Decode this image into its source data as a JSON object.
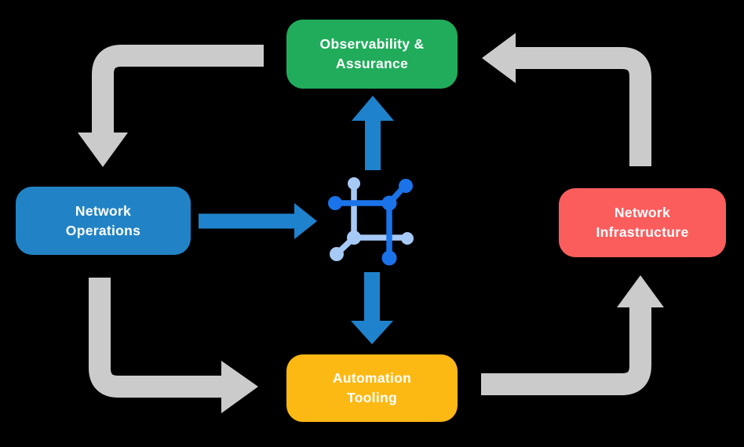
{
  "colors": {
    "background": "#000000",
    "text": "#ffffff",
    "gray_arrow": "#cbcbcb",
    "blue_arrow": "#1f82cc",
    "icon_dark": "#1a73e8",
    "icon_light": "#a7c9f6",
    "node_green": "#21ac5c",
    "node_blue": "#2183c5",
    "node_red": "#fb5d5d",
    "node_yellow": "#fdb913"
  },
  "nodes": {
    "observability": {
      "line1": "Observability &",
      "line2": "Assurance"
    },
    "operations": {
      "line1": "Network",
      "line2": "Operations"
    },
    "infrastructure": {
      "line1": "Network",
      "line2": "Infrastructure"
    },
    "automation": {
      "line1": "Automation",
      "line2": "Tooling"
    }
  },
  "icon": {
    "name": "network-mesh-icon"
  }
}
